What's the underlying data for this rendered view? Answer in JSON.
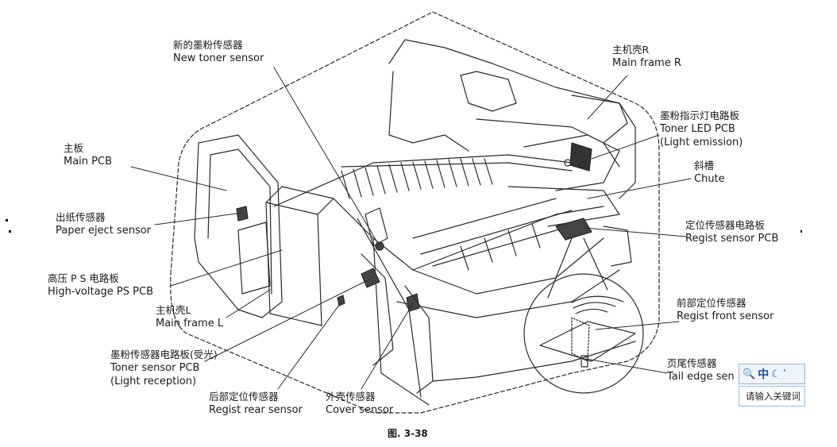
{
  "labels": {
    "new_toner_sensor": {
      "zh": "新的墨粉传感器",
      "en": "New toner sensor"
    },
    "main_frame_r": {
      "zh": "主机壳R",
      "en": "Main frame R"
    },
    "toner_led_pcb": {
      "zh": "墨粉指示灯电路板",
      "en": "Toner LED PCB",
      "en2": "(Light emission)"
    },
    "main_pcb": {
      "zh": "主板",
      "en": "Main PCB"
    },
    "chute": {
      "zh": "斜槽",
      "en": "Chute"
    },
    "paper_eject_sensor": {
      "zh": "出纸传感器",
      "en": "Paper eject sensor"
    },
    "regist_sensor_pcb": {
      "zh": "定位传感器电路板",
      "en": "Regist sensor PCB"
    },
    "high_voltage_ps_pcb": {
      "zh": "高压 P S 电路板",
      "en": "High-voltage PS PCB"
    },
    "main_frame_l": {
      "zh": "主机壳L",
      "en": "Main frame L"
    },
    "regist_front_sensor": {
      "zh": "前部定位传感器",
      "en": "Regist front sensor"
    },
    "toner_sensor_pcb": {
      "zh": "墨粉传感器电路板(受光)",
      "en": "Toner sensor PCB",
      "en2": "(Light reception)"
    },
    "tail_edge_sensor": {
      "zh": "页尾传感器",
      "en": "Tail edge sen"
    },
    "regist_rear_sensor": {
      "zh": "后部定位传感器",
      "en": "Regist rear sensor"
    },
    "cover_sensor": {
      "zh": "外壳传感器",
      "en": "Cover sensor"
    }
  },
  "caption": "图. 3-38",
  "ime": {
    "mode": "中",
    "search_icon": "search-icon",
    "moon_icon": "moon-icon",
    "input_text": "请输入关键词"
  },
  "colors": {
    "line": "#2a2a2a",
    "ime_blue": "#1c4d9c"
  }
}
